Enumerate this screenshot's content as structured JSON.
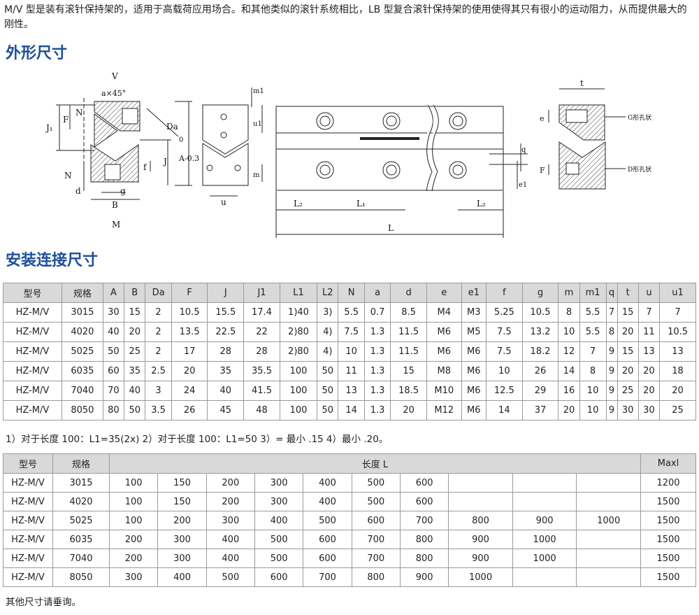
{
  "intro": "M/V 型是装有滚针保持架的，适用于高载荷应用场合。和其他类似的滚针系统相比，LB 型复合滚针保持架的使用使得其只有很小的运动阻力，从而提供最大的刚性。",
  "section_dimensions": "外形尺寸",
  "section_install": "安装连接尺寸",
  "drawing": {
    "labels": {
      "V": "V",
      "a45": "a×45°",
      "Da": "Da",
      "F": "F",
      "N": "N",
      "J1": "J₁",
      "J": "J",
      "A": "A-0.3",
      "A0": "0",
      "d": "d",
      "g": "g",
      "B": "B",
      "M": "M",
      "f": "f",
      "m1": "m1",
      "u1": "u1",
      "m": "m",
      "u": "u",
      "L2a": "L₂",
      "L1": "L₁",
      "L2b": "L₂",
      "L": "L",
      "q": "q",
      "e1": "e1",
      "t": "t",
      "e": "e",
      "Fr": "F",
      "G_hole": "G形孔状",
      "D_hole": "D形孔状"
    }
  },
  "spec_table": {
    "headers": [
      "型号",
      "规格",
      "A",
      "B",
      "Da",
      "F",
      "J",
      "J1",
      "L1",
      "L2",
      "N",
      "a",
      "d",
      "e",
      "e1",
      "f",
      "g",
      "m",
      "m1",
      "q",
      "t",
      "u",
      "u1"
    ],
    "rows": [
      [
        "HZ-M/V",
        "3015",
        "30",
        "15",
        "2",
        "10.5",
        "15.5",
        "17.4",
        "1)40",
        "3)",
        "5.5",
        "0.7",
        "8.5",
        "M4",
        "M3",
        "5.25",
        "10.5",
        "8",
        "5.5",
        "7",
        "15",
        "7",
        "7"
      ],
      [
        "HZ-M/V",
        "4020",
        "40",
        "20",
        "2",
        "13.5",
        "22.5",
        "22",
        "2)80",
        "4)",
        "7.5",
        "1.3",
        "11.5",
        "M6",
        "M5",
        "7.5",
        "13.2",
        "10",
        "5.5",
        "8",
        "20",
        "11",
        "10.5"
      ],
      [
        "HZ-M/V",
        "5025",
        "50",
        "25",
        "2",
        "17",
        "28",
        "28",
        "2)80",
        "4)",
        "10",
        "1.3",
        "11.5",
        "M6",
        "M6",
        "7.5",
        "18.2",
        "12",
        "7",
        "9",
        "15",
        "13",
        "13"
      ],
      [
        "HZ-M/V",
        "6035",
        "60",
        "35",
        "2.5",
        "20",
        "35",
        "35.5",
        "100",
        "50",
        "11",
        "1.3",
        "15",
        "M8",
        "M6",
        "10",
        "26",
        "14",
        "8",
        "9",
        "20",
        "20",
        "18"
      ],
      [
        "HZ-M/V",
        "7040",
        "70",
        "40",
        "3",
        "24",
        "40",
        "41.5",
        "100",
        "50",
        "13",
        "1.3",
        "18.5",
        "M10",
        "M6",
        "12.5",
        "29",
        "16",
        "10",
        "9",
        "25",
        "20",
        "20"
      ],
      [
        "HZ-M/V",
        "8050",
        "80",
        "50",
        "3.5",
        "26",
        "45",
        "48",
        "100",
        "50",
        "14",
        "1.3",
        "20",
        "M12",
        "M6",
        "14",
        "37",
        "20",
        "10",
        "9",
        "30",
        "30",
        "25"
      ]
    ]
  },
  "note1": "1）对于长度 100：L1=35(2x)   2）对于长度 100：L1=50   3）= 最小 .15   4）最小 .20。",
  "length_table": {
    "headers": {
      "model": "型号",
      "spec": "规格",
      "length": "长度 L",
      "max": "Maxl"
    },
    "rows": [
      {
        "model": "HZ-M/V",
        "spec": "3015",
        "lengths": [
          "100",
          "150",
          "200",
          "300",
          "400",
          "500",
          "600",
          "",
          "",
          ""
        ],
        "max": "1200"
      },
      {
        "model": "HZ-M/V",
        "spec": "4020",
        "lengths": [
          "100",
          "150",
          "200",
          "300",
          "400",
          "500",
          "600",
          "",
          "",
          ""
        ],
        "max": "1500"
      },
      {
        "model": "HZ-M/V",
        "spec": "5025",
        "lengths": [
          "100",
          "200",
          "300",
          "400",
          "500",
          "600",
          "700",
          "800",
          "900",
          "1000"
        ],
        "max": "1500"
      },
      {
        "model": "HZ-M/V",
        "spec": "6035",
        "lengths": [
          "200",
          "300",
          "400",
          "500",
          "600",
          "700",
          "800",
          "900",
          "1000",
          ""
        ],
        "max": "1500"
      },
      {
        "model": "HZ-M/V",
        "spec": "7040",
        "lengths": [
          "200",
          "300",
          "400",
          "500",
          "600",
          "700",
          "800",
          "900",
          "1000",
          ""
        ],
        "max": "1500"
      },
      {
        "model": "HZ-M/V",
        "spec": "8050",
        "lengths": [
          "300",
          "400",
          "500",
          "600",
          "700",
          "800",
          "900",
          "1000",
          "",
          ""
        ],
        "max": "1500"
      }
    ]
  },
  "note2": "其他尺寸请垂询。"
}
